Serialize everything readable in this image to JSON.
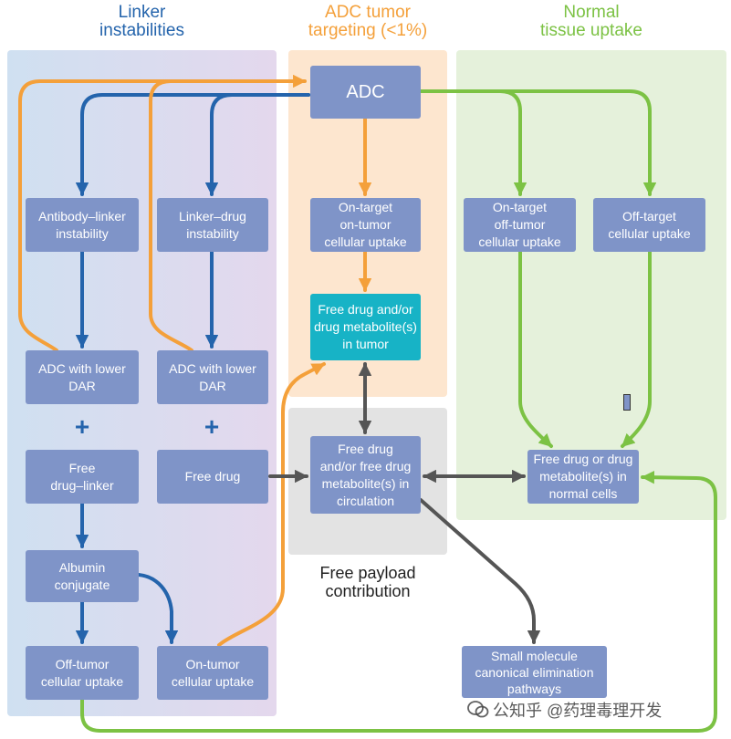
{
  "headers": {
    "linker": {
      "lines": [
        "Linker",
        "instabilities"
      ]
    },
    "tumor": {
      "lines": [
        "ADC tumor",
        "targeting (<1%)"
      ]
    },
    "normal": {
      "lines": [
        "Normal",
        "tissue uptake"
      ]
    }
  },
  "nodes": {
    "adc": {
      "lines": [
        "ADC"
      ]
    },
    "antibody_linker_instability": {
      "lines": [
        "Antibody–linker",
        "instability"
      ]
    },
    "linker_drug_instability": {
      "lines": [
        "Linker–drug",
        "instability"
      ]
    },
    "on_target_on_tumor_uptake": {
      "lines": [
        "On-target",
        "on-tumor",
        "cellular uptake"
      ]
    },
    "on_target_off_tumor_uptake": {
      "lines": [
        "On-target",
        "off-tumor",
        "cellular uptake"
      ]
    },
    "off_target_uptake": {
      "lines": [
        "Off-target",
        "cellular uptake"
      ]
    },
    "free_drug_in_tumor": {
      "lines": [
        "Free drug and/or",
        "drug metabolite(s)",
        "in tumor"
      ]
    },
    "adc_lower_dar_antibody": {
      "lines": [
        "ADC with lower",
        "DAR"
      ]
    },
    "adc_lower_dar_linker": {
      "lines": [
        "ADC with lower",
        "DAR"
      ]
    },
    "free_drug_linker": {
      "lines": [
        "Free",
        "drug–linker"
      ]
    },
    "free_drug": {
      "lines": [
        "Free drug"
      ]
    },
    "free_drug_circulation": {
      "lines": [
        "Free drug",
        "and/or free drug",
        "metabolite(s) in",
        "circulation"
      ]
    },
    "free_drug_normal_cells": {
      "lines": [
        "Free drug or drug",
        "metabolite(s) in",
        "normal cells"
      ]
    },
    "albumin_conjugate": {
      "lines": [
        "Albumin",
        "conjugate"
      ]
    },
    "off_tumor_uptake": {
      "lines": [
        "Off-tumor",
        "cellular uptake"
      ]
    },
    "on_tumor_uptake": {
      "lines": [
        "On-tumor",
        "cellular uptake"
      ]
    },
    "small_molecule_elimination": {
      "lines": [
        "Small molecule",
        "canonical elimination",
        "pathways"
      ]
    }
  },
  "plus_signs": [
    "+",
    "+"
  ],
  "free_payload_label": {
    "lines": [
      "Free payload",
      "contribution"
    ]
  },
  "watermark": {
    "text": "公知乎 @药理毒理开发",
    "icon": "watermark-logo-icon"
  },
  "colors": {
    "box": "#7f94c8",
    "tumor_box": "#17b3c6",
    "linker_blue": "#2464ac",
    "tumor_orange": "#f4a03a",
    "normal_green": "#7cc244",
    "payload_grey": "#555555"
  }
}
